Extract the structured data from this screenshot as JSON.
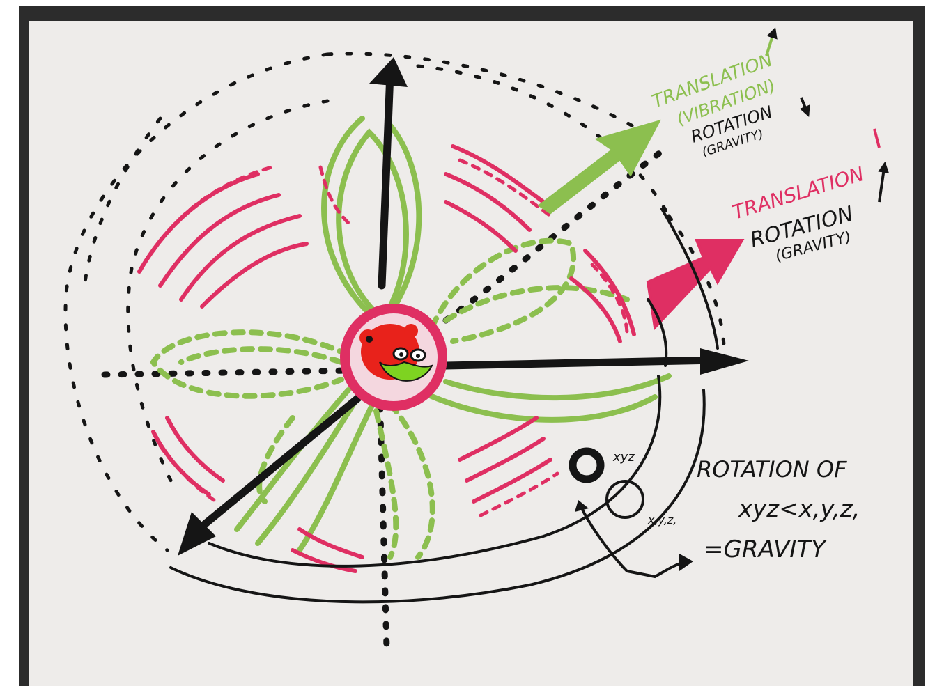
{
  "labels": {
    "green_translation": "TRANSLATION",
    "green_vibration": "(VIBRATION)",
    "black_rotation_top": "ROTATION",
    "black_gravity_top": "(GRAVITY)",
    "red_translation": "TRANSLATION",
    "black_rotation_mid": "ROTATION",
    "black_gravity_mid": "(GRAVITY)",
    "orbit_label_top": "xyz",
    "orbit_label_bottom": "x,y,z,",
    "note_line1": "ROTATION OF",
    "note_line2": "xyz<x,y,z,",
    "note_line3": "=GRAVITY"
  },
  "colors": {
    "ink": "#151515",
    "green": "#8cbf4f",
    "pink": "#df2f63",
    "paper": "#eeecea",
    "frame": "#2c2c2c",
    "mascot_red": "#e8221b",
    "mascot_green": "#7ed321"
  },
  "icons": {
    "center": "red-bear-mascot"
  }
}
